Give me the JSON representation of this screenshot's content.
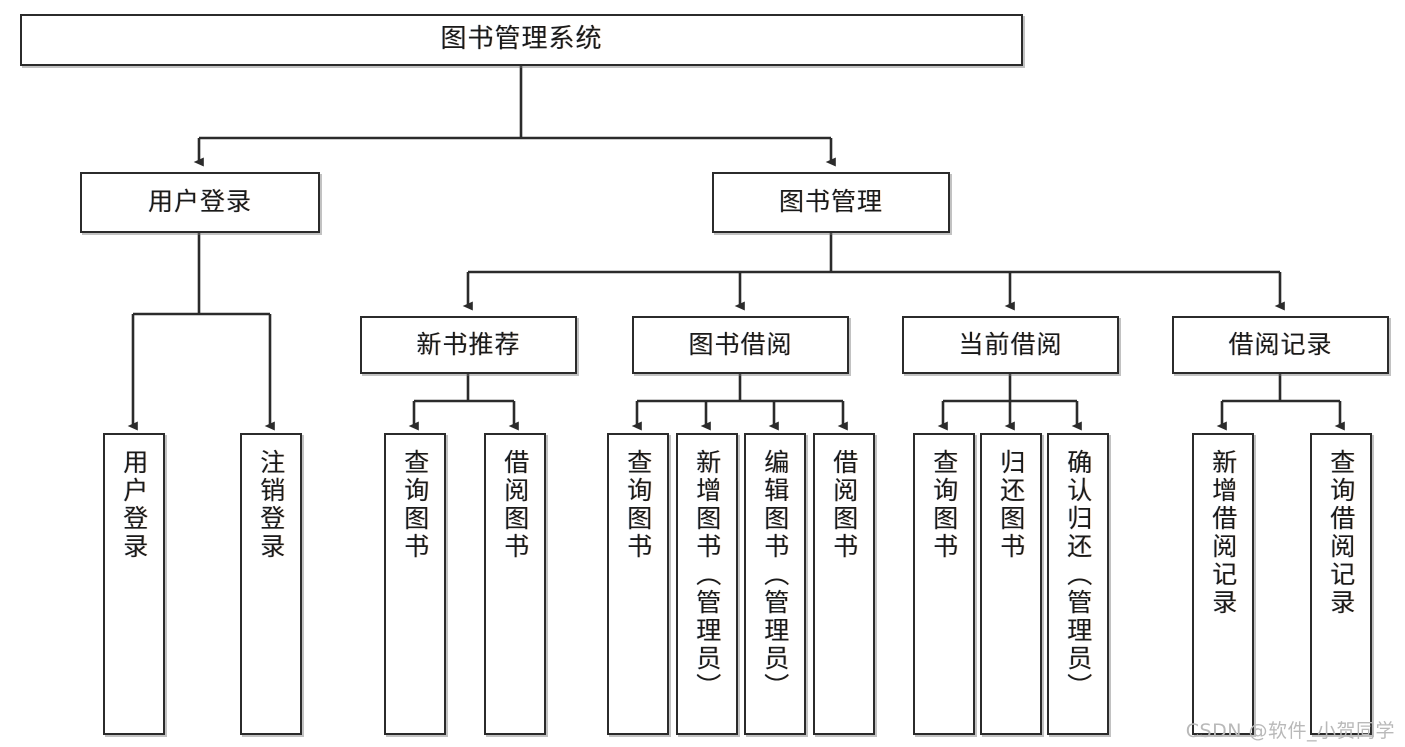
{
  "diagram": {
    "type": "tree",
    "title": "图书管理系统",
    "watermark": "CSDN @软件_小贺同学",
    "colors": {
      "box_border": "#2b2b2b",
      "box_fill": "#ffffff",
      "connector": "#2b2b2b",
      "background": "#ffffff",
      "watermark": "#b9b9b9"
    },
    "nodes": {
      "root": {
        "label": "图书管理系统",
        "level": 1
      },
      "user_login": {
        "label": "用户登录",
        "level": 2
      },
      "book_manage": {
        "label": "图书管理",
        "level": 2
      },
      "new_book_rec": {
        "label": "新书推荐",
        "level": 3
      },
      "book_borrow": {
        "label": "图书借阅",
        "level": 3
      },
      "current_borrow": {
        "label": "当前借阅",
        "level": 3
      },
      "borrow_record": {
        "label": "借阅记录",
        "level": 3
      },
      "leaf_user_login": {
        "label": "用户登录",
        "level": 4
      },
      "leaf_logout": {
        "label": "注销登录",
        "level": 4
      },
      "leaf_query_book_1": {
        "label": "查询图书",
        "level": 4
      },
      "leaf_borrow_book_1": {
        "label": "借阅图书",
        "level": 4
      },
      "leaf_query_book_2": {
        "label": "查询图书",
        "level": 4
      },
      "leaf_add_book": {
        "label": "新增图书（管理员）",
        "level": 4
      },
      "leaf_edit_book": {
        "label": "编辑图书（管理员）",
        "level": 4
      },
      "leaf_borrow_book_2": {
        "label": "借阅图书",
        "level": 4
      },
      "leaf_query_book_3": {
        "label": "查询图书",
        "level": 4
      },
      "leaf_return_book": {
        "label": "归还图书",
        "level": 4
      },
      "leaf_confirm_return": {
        "label": "确认归还（管理员）",
        "level": 4
      },
      "leaf_add_record": {
        "label": "新增借阅记录",
        "level": 4
      },
      "leaf_query_record": {
        "label": "查询借阅记录",
        "level": 4
      }
    },
    "edges": [
      {
        "from": "root",
        "to": "user_login"
      },
      {
        "from": "root",
        "to": "book_manage"
      },
      {
        "from": "user_login",
        "to": "leaf_user_login"
      },
      {
        "from": "user_login",
        "to": "leaf_logout"
      },
      {
        "from": "book_manage",
        "to": "new_book_rec"
      },
      {
        "from": "book_manage",
        "to": "book_borrow"
      },
      {
        "from": "book_manage",
        "to": "current_borrow"
      },
      {
        "from": "book_manage",
        "to": "borrow_record"
      },
      {
        "from": "new_book_rec",
        "to": "leaf_query_book_1"
      },
      {
        "from": "new_book_rec",
        "to": "leaf_borrow_book_1"
      },
      {
        "from": "book_borrow",
        "to": "leaf_query_book_2"
      },
      {
        "from": "book_borrow",
        "to": "leaf_add_book"
      },
      {
        "from": "book_borrow",
        "to": "leaf_edit_book"
      },
      {
        "from": "book_borrow",
        "to": "leaf_borrow_book_2"
      },
      {
        "from": "current_borrow",
        "to": "leaf_query_book_3"
      },
      {
        "from": "current_borrow",
        "to": "leaf_return_book"
      },
      {
        "from": "current_borrow",
        "to": "leaf_confirm_return"
      },
      {
        "from": "borrow_record",
        "to": "leaf_add_record"
      },
      {
        "from": "borrow_record",
        "to": "leaf_query_record"
      }
    ]
  }
}
